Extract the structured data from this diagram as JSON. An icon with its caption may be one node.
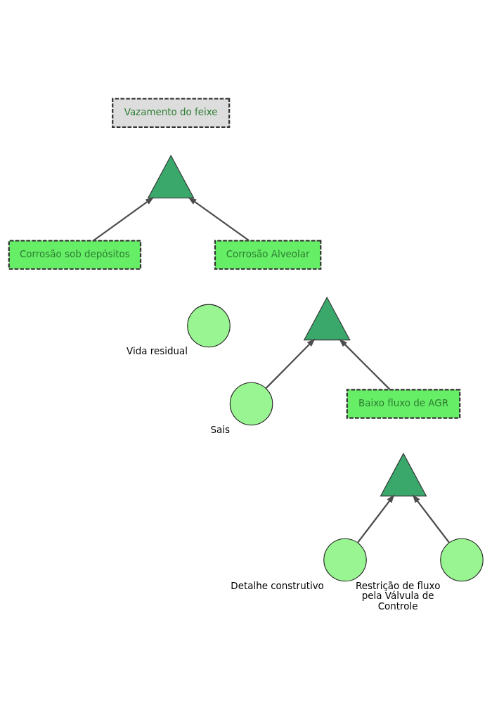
{
  "diagram": {
    "nodes": [
      {
        "text": [
          "Vazamento do feixe"
        ]
      },
      {
        "text": [],
        "shape": "gate"
      },
      {
        "text": [
          "Corrosão sob depósitos"
        ]
      },
      {
        "text": [
          "Corrosão Alveolar"
        ]
      },
      {
        "text": [],
        "shape": "circle",
        "beside": [
          "Vida residual"
        ]
      },
      {
        "text": [],
        "shape": "gate"
      },
      {
        "text": [],
        "shape": "circle",
        "beside": [
          "Sais"
        ]
      },
      {
        "text": [
          "Baixo fluxo de AGR"
        ]
      },
      {
        "text": [],
        "shape": "gate"
      },
      {
        "text": [],
        "shape": "circle",
        "beside": [
          "Detalhe construtivo"
        ]
      },
      {
        "text": [],
        "shape": "circle",
        "beside": [
          "Restrição de fluxo pela Válvula de Controle"
        ]
      }
    ],
    "edges": [
      {
        "from": 2,
        "to": 1,
        "arrow": "to"
      },
      {
        "from": 3,
        "to": 1,
        "arrow": "to"
      },
      {
        "from": 6,
        "to": 5,
        "arrow": "to"
      },
      {
        "from": 7,
        "to": 5,
        "arrow": "to"
      },
      {
        "from": 9,
        "to": 8,
        "arrow": "to"
      },
      {
        "from": 10,
        "to": 8,
        "arrow": "to"
      }
    ]
  }
}
